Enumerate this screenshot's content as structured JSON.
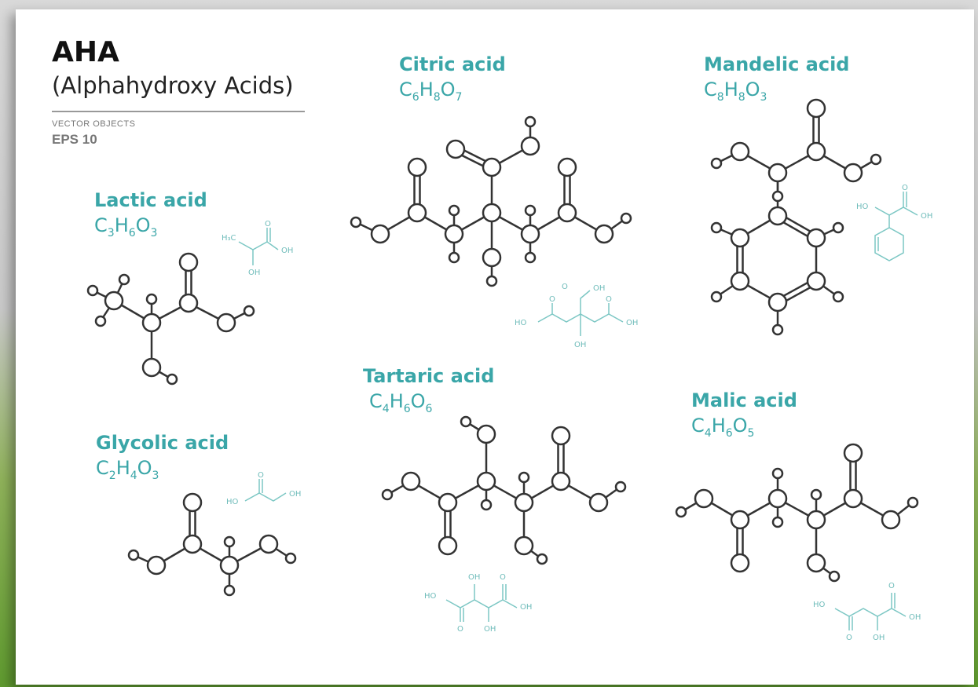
{
  "header": {
    "title": "AHA",
    "subtitle": "(Alphahydroxy Acids)",
    "tag": "VECTOR OBJECTS",
    "format": "EPS 10"
  },
  "colors": {
    "accent": "#3aa6a8",
    "skeletal": "#7cc7c4",
    "line": "#333333"
  },
  "acids": [
    {
      "id": "citric",
      "name": "Citric acid",
      "formula": {
        "parts": [
          [
            "C",
            "6"
          ],
          [
            "H",
            "8"
          ],
          [
            "O",
            "7"
          ]
        ]
      }
    },
    {
      "id": "mandelic",
      "name": "Mandelic acid",
      "formula": {
        "parts": [
          [
            "C",
            "8"
          ],
          [
            "H",
            "8"
          ],
          [
            "O",
            "3"
          ]
        ]
      }
    },
    {
      "id": "lactic",
      "name": "Lactic acid",
      "formula": {
        "parts": [
          [
            "C",
            "3"
          ],
          [
            "H",
            "6"
          ],
          [
            "O",
            "3"
          ]
        ]
      }
    },
    {
      "id": "tartaric",
      "name": "Tartaric acid",
      "formula": {
        "parts": [
          [
            "C",
            "4"
          ],
          [
            "H",
            "6"
          ],
          [
            "O",
            "6"
          ]
        ]
      }
    },
    {
      "id": "malic",
      "name": "Malic acid",
      "formula": {
        "parts": [
          [
            "C",
            "4"
          ],
          [
            "H",
            "6"
          ],
          [
            "O",
            "5"
          ]
        ]
      }
    },
    {
      "id": "glycolic",
      "name": "Glycolic acid",
      "formula": {
        "parts": [
          [
            "C",
            "2"
          ],
          [
            "H",
            "4"
          ],
          [
            "O",
            "3"
          ]
        ]
      }
    }
  ],
  "skeletal_labels": {
    "lactic": {
      "a": "H₃C",
      "b": "O",
      "c": "OH",
      "d": "OH"
    },
    "citric": {
      "a": "O",
      "b": "OH",
      "c": "HO",
      "d": "OH",
      "e": "OH",
      "f": "O",
      "g": "O"
    },
    "mandelic": {
      "a": "HO",
      "b": "O",
      "c": "OH"
    },
    "glycolic": {
      "a": "O",
      "b": "HO",
      "c": "OH"
    },
    "tartaric": {
      "a": "OH",
      "b": "O",
      "c": "HO",
      "d": "OH",
      "e": "O",
      "f": "OH"
    },
    "malic": {
      "a": "O",
      "b": "HO",
      "c": "OH",
      "d": "O",
      "e": "OH"
    }
  }
}
